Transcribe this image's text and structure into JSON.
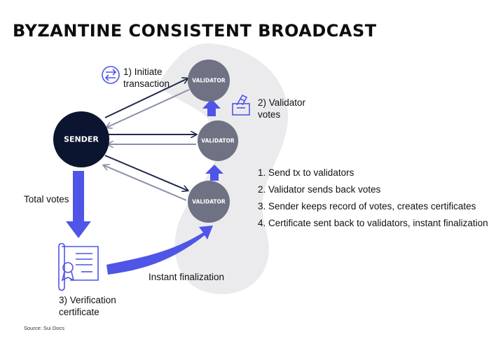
{
  "title": "BYZANTINE CONSISTENT BROADCAST",
  "nodes": {
    "sender": "SENDER",
    "validator_top": "VALIDATOR",
    "validator_mid": "VALIDATOR",
    "validator_bottom": "VALIDATOR"
  },
  "captions": {
    "initiate": "1) Initiate\ntransaction",
    "validator_votes": "2) Validator\nvotes",
    "total_votes": "Total votes",
    "verification": "3) Verification\ncertificate",
    "instant_finalization": "Instant finalization"
  },
  "steps": [
    "1.  Send tx to validators",
    "2.  Validator sends back votes",
    "3.  Sender keeps record of votes, creates certificates",
    "4.  Certificate sent back to validators, instant finalization"
  ],
  "source": "Source: Sui Docs",
  "icons": {
    "initiate": "swap-arrows-icon",
    "vote": "ballot-box-icon",
    "certificate": "certificate-icon"
  },
  "colors": {
    "sender": "#0c1530",
    "validator": "#6e7283",
    "accent": "#4f55e6",
    "arrow_dark": "#1e2a4a",
    "arrow_light": "#8990a6",
    "watermark": "#ebebed"
  }
}
